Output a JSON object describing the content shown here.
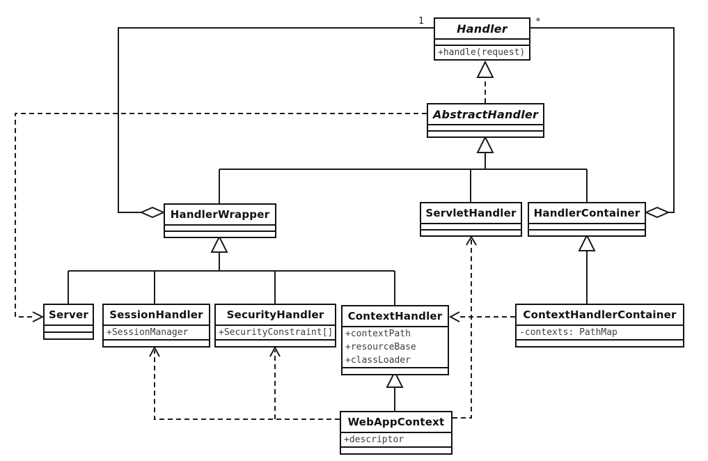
{
  "diagram_type": "uml-class-diagram",
  "colors": {
    "background": "#ffffff",
    "line": "#1a1a1a",
    "border": "#111111",
    "member_text": "#3d3d3d"
  },
  "classes": {
    "handler": {
      "name": "Handler",
      "abstract": true,
      "attributes": [],
      "methods": [
        "+handle(request)"
      ]
    },
    "abstract_handler": {
      "name": "AbstractHandler",
      "abstract": true,
      "attributes": [],
      "methods": []
    },
    "handler_wrapper": {
      "name": "HandlerWrapper",
      "abstract": false,
      "attributes": [],
      "methods": []
    },
    "servlet_handler": {
      "name": "ServletHandler",
      "abstract": false,
      "attributes": [],
      "methods": []
    },
    "handler_container": {
      "name": "HandlerContainer",
      "abstract": false,
      "attributes": [],
      "methods": []
    },
    "server": {
      "name": "Server",
      "abstract": false,
      "attributes": [],
      "methods": []
    },
    "session_handler": {
      "name": "SessionHandler",
      "abstract": false,
      "attributes": [
        "+SessionManager"
      ],
      "methods": []
    },
    "security_handler": {
      "name": "SecurityHandler",
      "abstract": false,
      "attributes": [
        "+SecurityConstraint[]"
      ],
      "methods": []
    },
    "context_handler": {
      "name": "ContextHandler",
      "abstract": false,
      "attributes": [
        "+contextPath",
        "+resourceBase",
        "+classLoader"
      ],
      "methods": []
    },
    "context_handler_container": {
      "name": "ContextHandlerContainer",
      "abstract": false,
      "attributes": [
        "-contexts: PathMap"
      ],
      "methods": []
    },
    "web_app_context": {
      "name": "WebAppContext",
      "abstract": false,
      "attributes": [
        "+descriptor"
      ],
      "methods": []
    }
  },
  "multiplicities": {
    "handler_wrapper_end": "1",
    "handler_container_end": "*"
  },
  "relationships": [
    {
      "type": "realization",
      "from": "AbstractHandler",
      "to": "Handler"
    },
    {
      "type": "generalization",
      "from": "HandlerWrapper",
      "to": "AbstractHandler"
    },
    {
      "type": "generalization",
      "from": "ServletHandler",
      "to": "AbstractHandler"
    },
    {
      "type": "generalization",
      "from": "HandlerContainer",
      "to": "AbstractHandler"
    },
    {
      "type": "generalization",
      "from": "Server",
      "to": "HandlerWrapper"
    },
    {
      "type": "generalization",
      "from": "SessionHandler",
      "to": "HandlerWrapper"
    },
    {
      "type": "generalization",
      "from": "SecurityHandler",
      "to": "HandlerWrapper"
    },
    {
      "type": "generalization",
      "from": "ContextHandler",
      "to": "HandlerWrapper"
    },
    {
      "type": "generalization",
      "from": "ContextHandlerContainer",
      "to": "HandlerContainer"
    },
    {
      "type": "generalization",
      "from": "WebAppContext",
      "to": "ContextHandler"
    },
    {
      "type": "aggregation",
      "owner": "HandlerWrapper",
      "part": "Handler",
      "multiplicity": "1"
    },
    {
      "type": "aggregation",
      "owner": "HandlerContainer",
      "part": "Handler",
      "multiplicity": "*"
    },
    {
      "type": "dependency",
      "from": "AbstractHandler",
      "to": "Server"
    },
    {
      "type": "dependency",
      "from": "WebAppContext",
      "to": "SessionHandler"
    },
    {
      "type": "dependency",
      "from": "WebAppContext",
      "to": "SecurityHandler"
    },
    {
      "type": "dependency",
      "from": "WebAppContext",
      "to": "ServletHandler"
    },
    {
      "type": "dependency",
      "from": "ContextHandlerContainer",
      "to": "ContextHandler"
    }
  ]
}
